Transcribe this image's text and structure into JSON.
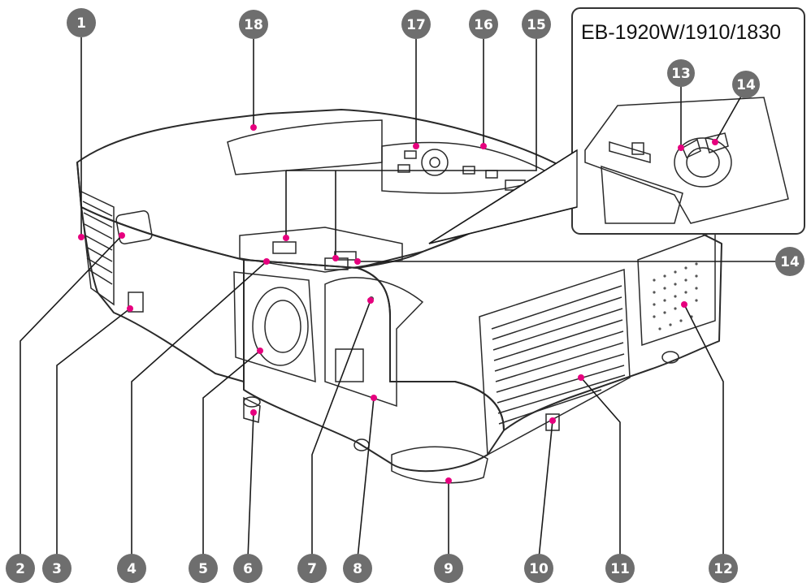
{
  "inset": {
    "title": "EB-1920W/1910/1830"
  },
  "callouts": {
    "c1": "1",
    "c2": "2",
    "c3": "3",
    "c4": "4",
    "c5": "5",
    "c6": "6",
    "c7": "7",
    "c8": "8",
    "c9": "9",
    "c10": "10",
    "c11": "11",
    "c12": "12",
    "c13": "13",
    "c14a": "14",
    "c14b": "14",
    "c15": "15",
    "c16": "16",
    "c17": "17",
    "c18": "18"
  },
  "colors": {
    "callout_fill": "#6e6e6e",
    "marker": "#e6007e",
    "outline": "#2a2a2a"
  }
}
